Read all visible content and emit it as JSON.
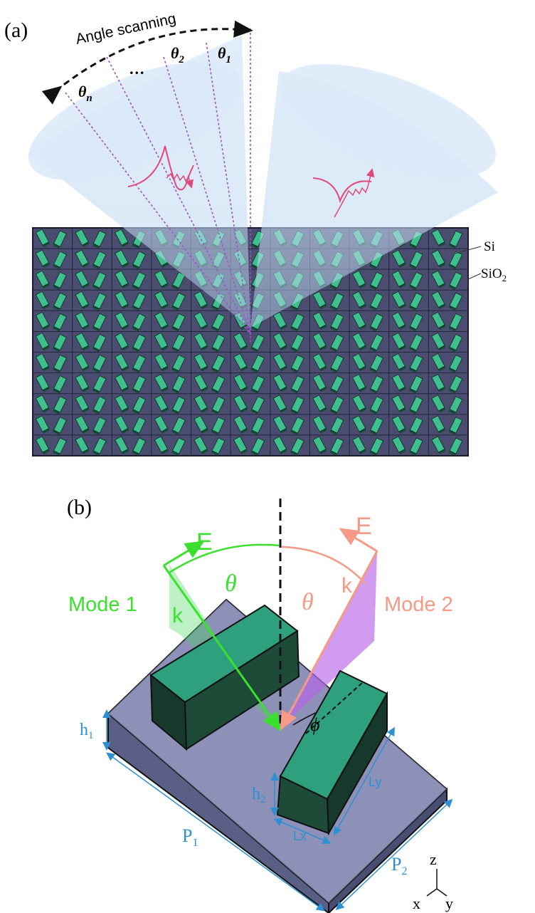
{
  "panel_a": {
    "label": "(a)",
    "scan_label": "Angle scanning",
    "angles": [
      {
        "sym": "θ",
        "sub": "n"
      },
      {
        "sym": "…",
        "sub": ""
      },
      {
        "sym": "θ",
        "sub": "2"
      },
      {
        "sym": "θ",
        "sub": "1"
      }
    ],
    "layer_si": "Si",
    "layer_sio2": "SiO",
    "layer_sio2_sub": "2"
  },
  "panel_b": {
    "label": "(b)",
    "mode1": {
      "label": "Mode 1",
      "e": "E",
      "k": "k",
      "theta": "θ"
    },
    "mode2": {
      "label": "Mode 2",
      "e": "E",
      "k": "k",
      "theta": "θ"
    },
    "phi": "ϕ",
    "h1": {
      "base": "h",
      "sub": "1"
    },
    "h2": {
      "base": "h",
      "sub": "2"
    },
    "p1": {
      "base": "P",
      "sub": "1"
    },
    "p2": {
      "base": "P",
      "sub": "2"
    },
    "lx": "Lx",
    "ly": "Ly",
    "axes": {
      "z": "z",
      "x": "x",
      "y": "y"
    }
  },
  "colors": {
    "green": "#3be02f",
    "salmon": "#f49a86",
    "teal": "#2fa07e",
    "dim_blue": "#2f8fd0",
    "substrate": "#8e92b4",
    "cone": "#c9def3"
  }
}
